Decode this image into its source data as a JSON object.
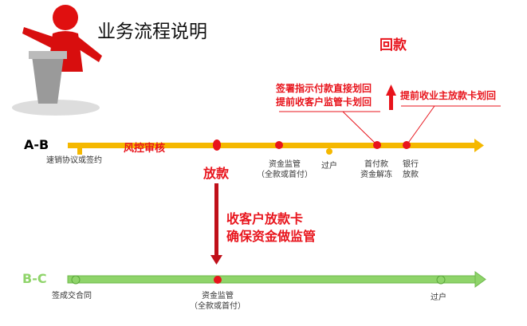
{
  "title": "业务流程说明",
  "refund": "回款",
  "note_left": [
    "签署指示付款直接划回",
    "提前收客户监管卡划回"
  ],
  "note_right": "提前收业主放款卡划回",
  "ab": {
    "label": "A-B",
    "risk": "风控审核",
    "loan": "放款",
    "steps": [
      "速销协议或签约",
      "资金监管",
      "（全款或首付）",
      "过户",
      "首付款",
      "资金解冻",
      "银行",
      "放款"
    ]
  },
  "middle": [
    "收客户放款卡",
    "确保资金做监管"
  ],
  "bc": {
    "label": "B-C",
    "steps": [
      "签成交合同",
      "资金监管",
      "（全款或首付）",
      "过户"
    ]
  },
  "colors": {
    "red": "#e8141c",
    "orange": "#f5b800",
    "green": "#8fd46a"
  }
}
